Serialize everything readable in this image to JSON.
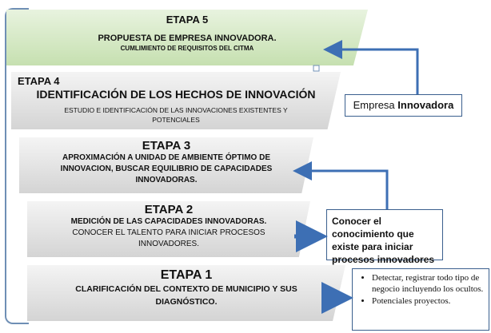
{
  "stages": {
    "etapa5": {
      "title": "ETAPA 5",
      "line1": "PROPUESTA DE EMPRESA INNOVADORA.",
      "line2": "CUMLIMIENTO DE REQUISITOS DEL CITMA"
    },
    "etapa4": {
      "title": "ETAPA 4",
      "line1": "IDENTIFICACIÓN DE LOS HECHOS DE INNOVACIÓN",
      "line2a": "ESTUDIO  E  IDENTIFICACIÓN DE LAS INNOVACIONES EXISTENTES Y",
      "line2b": "POTENCIALES"
    },
    "etapa3": {
      "title": "ETAPA 3",
      "line1": "APROXIMACIÓN A    UNIDAD DE AMBIENTE ÓPTIMO DE",
      "line2": "INNOVACION,  BUSCAR EQUILIBRIO DE CAPACIDADES",
      "line3": "INNOVADORAS."
    },
    "etapa2": {
      "title": "ETAPA 2",
      "line1": "MEDICIÓN DE LAS CAPACIDADES INNOVADORAS.",
      "line2": "CONOCER EL TALENTO PARA INICIAR PROCESOS",
      "line3": "INNOVADORES."
    },
    "etapa1": {
      "title": "ETAPA 1",
      "line1": "CLARIFICACIÓN DEL CONTEXTO DE MUNICIPIO Y SUS",
      "line2": "DIAGNÓSTICO."
    }
  },
  "callouts": {
    "empresa": {
      "text1": "Empresa ",
      "text2": "Innovadora"
    },
    "conocer": {
      "text": "Conocer el conocimiento que existe para iniciar procesos innovadores"
    },
    "potencial": {
      "item1": "Detectar, registrar todo tipo de negocio incluyendo los ocultos.",
      "item2": "Potenciales proyectos."
    }
  },
  "colors": {
    "arrow": "#3d6fb4",
    "green_stage": "#c6e0b0",
    "gray_stage": "#d4d4d4",
    "box_border": "#3a5f8e"
  }
}
